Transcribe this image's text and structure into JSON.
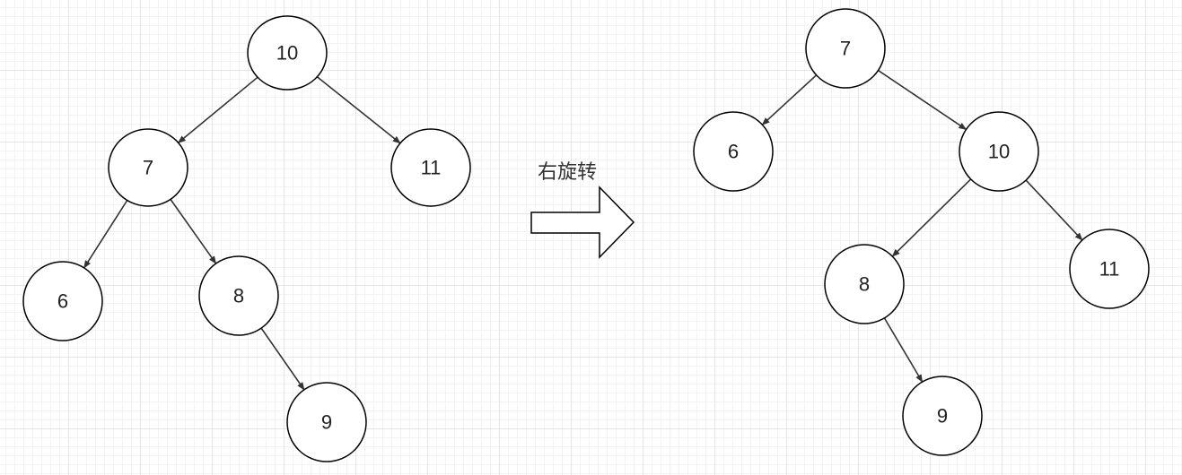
{
  "transform": {
    "label": "右旋转"
  },
  "colors": {
    "node_fill": "#ffffff",
    "node_stroke": "#000000",
    "edge": "#333333",
    "text": "#222222"
  },
  "before_tree": {
    "nodes": [
      {
        "id": "n10",
        "label": "10"
      },
      {
        "id": "n7",
        "label": "7"
      },
      {
        "id": "n11",
        "label": "11"
      },
      {
        "id": "n6",
        "label": "6"
      },
      {
        "id": "n8",
        "label": "8"
      },
      {
        "id": "n9",
        "label": "9"
      }
    ],
    "edges": [
      {
        "from": "n10",
        "to": "n7"
      },
      {
        "from": "n10",
        "to": "n11"
      },
      {
        "from": "n7",
        "to": "n6"
      },
      {
        "from": "n7",
        "to": "n8"
      },
      {
        "from": "n8",
        "to": "n9"
      }
    ]
  },
  "after_tree": {
    "nodes": [
      {
        "id": "n7",
        "label": "7"
      },
      {
        "id": "n6",
        "label": "6"
      },
      {
        "id": "n10",
        "label": "10"
      },
      {
        "id": "n8",
        "label": "8"
      },
      {
        "id": "n11",
        "label": "11"
      },
      {
        "id": "n9",
        "label": "9"
      }
    ],
    "edges": [
      {
        "from": "n7",
        "to": "n6"
      },
      {
        "from": "n7",
        "to": "n10"
      },
      {
        "from": "n10",
        "to": "n8"
      },
      {
        "from": "n10",
        "to": "n11"
      },
      {
        "from": "n8",
        "to": "n9"
      }
    ]
  }
}
